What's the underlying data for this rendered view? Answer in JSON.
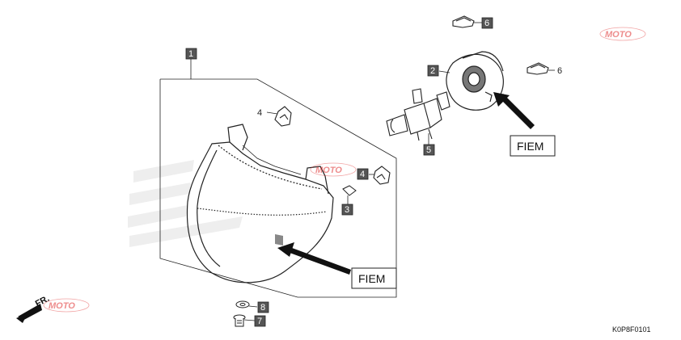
{
  "diagram": {
    "diagram_code": "K0P8F0101",
    "direction_label": "FR.",
    "brand_labels": [
      "FIEM",
      "FIEM"
    ],
    "watermark_text": "MOTO",
    "callouts": [
      {
        "label": "1",
        "style": "box"
      },
      {
        "label": "2",
        "style": "box"
      },
      {
        "label": "3",
        "style": "box"
      },
      {
        "label": "4",
        "style": "plain"
      },
      {
        "label": "4",
        "style": "box"
      },
      {
        "label": "5",
        "style": "box"
      },
      {
        "label": "6",
        "style": "box"
      },
      {
        "label": "6",
        "style": "plain"
      },
      {
        "label": "7",
        "style": "box"
      },
      {
        "label": "8",
        "style": "box"
      }
    ],
    "colors": {
      "line": "#222222",
      "callout_box": "#555555",
      "watermark": "#e03030",
      "honda_watermark": "#cfcfcf"
    }
  }
}
